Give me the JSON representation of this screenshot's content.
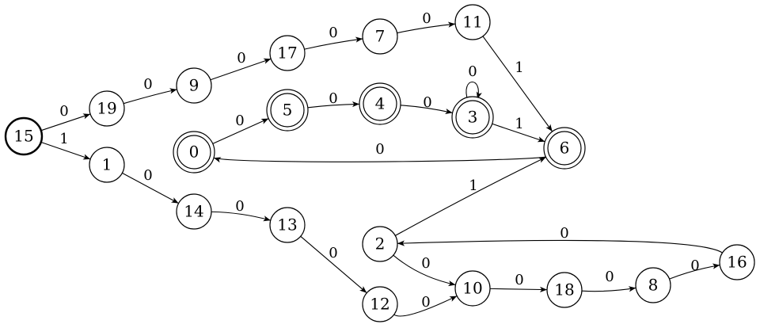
{
  "diagram": {
    "kind": "state-transition-diagram",
    "start_state": "15",
    "accepting_states": [
      "0",
      "5",
      "4",
      "3",
      "6"
    ],
    "states": [
      "15",
      "19",
      "1",
      "9",
      "14",
      "17",
      "13",
      "7",
      "11",
      "0",
      "5",
      "4",
      "3",
      "6",
      "2",
      "12",
      "10",
      "18",
      "8",
      "16"
    ],
    "transitions": [
      {
        "from": "15",
        "to": "19",
        "label": "0"
      },
      {
        "from": "15",
        "to": "1",
        "label": "1"
      },
      {
        "from": "19",
        "to": "9",
        "label": "0"
      },
      {
        "from": "9",
        "to": "17",
        "label": "0"
      },
      {
        "from": "17",
        "to": "7",
        "label": "0"
      },
      {
        "from": "7",
        "to": "11",
        "label": "0"
      },
      {
        "from": "11",
        "to": "6",
        "label": "1"
      },
      {
        "from": "1",
        "to": "14",
        "label": "0"
      },
      {
        "from": "14",
        "to": "13",
        "label": "0"
      },
      {
        "from": "13",
        "to": "12",
        "label": "0"
      },
      {
        "from": "12",
        "to": "10",
        "label": "0"
      },
      {
        "from": "0",
        "to": "5",
        "label": "0"
      },
      {
        "from": "5",
        "to": "4",
        "label": "0"
      },
      {
        "from": "4",
        "to": "3",
        "label": "0"
      },
      {
        "from": "3",
        "to": "3",
        "label": "0"
      },
      {
        "from": "3",
        "to": "6",
        "label": "1"
      },
      {
        "from": "6",
        "to": "0",
        "label": "0"
      },
      {
        "from": "2",
        "to": "6",
        "label": "1"
      },
      {
        "from": "2",
        "to": "10",
        "label": "0"
      },
      {
        "from": "10",
        "to": "18",
        "label": "0"
      },
      {
        "from": "18",
        "to": "8",
        "label": "0"
      },
      {
        "from": "8",
        "to": "16",
        "label": "0"
      },
      {
        "from": "16",
        "to": "2",
        "label": "0"
      }
    ]
  }
}
